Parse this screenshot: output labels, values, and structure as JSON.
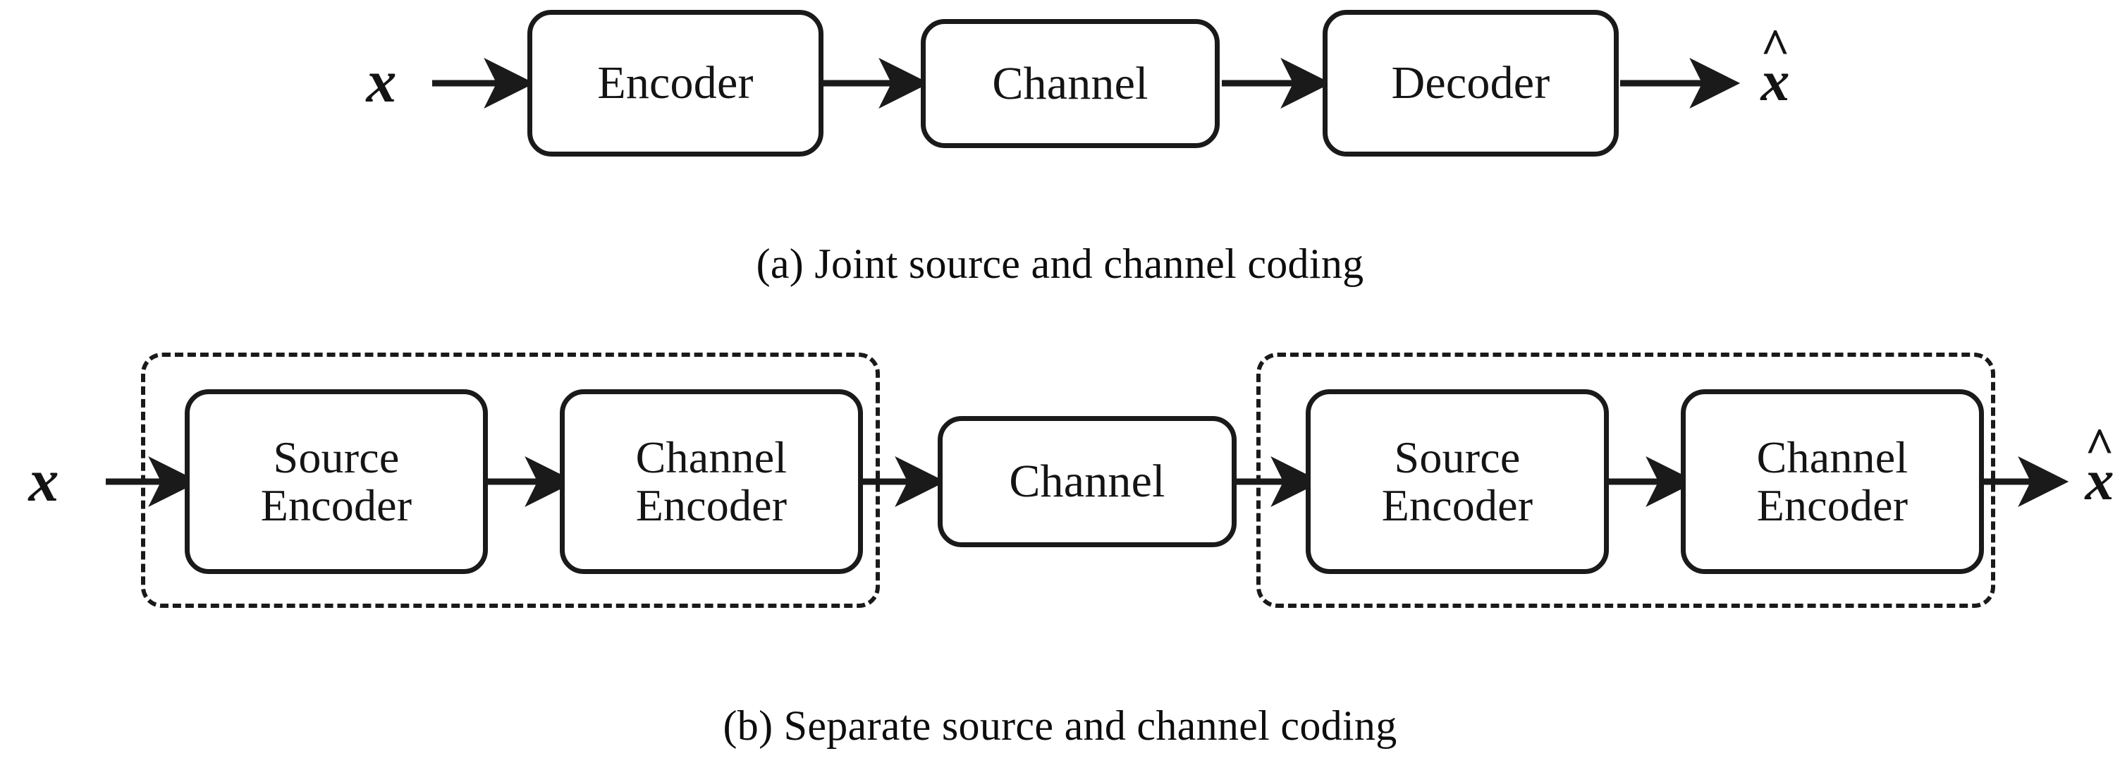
{
  "figure": {
    "background": "#ffffff",
    "stroke_color": "#1a1a1a",
    "text_color": "#141414"
  },
  "panels": [
    {
      "id": "panel-a",
      "caption": "(a)  Joint source and channel coding",
      "input_label": "x",
      "output_label": "x",
      "output_has_hat": true,
      "nodes": [
        {
          "id": "encoder",
          "label": "Encoder"
        },
        {
          "id": "channel",
          "label": "Channel"
        },
        {
          "id": "decoder",
          "label": "Decoder"
        }
      ]
    },
    {
      "id": "panel-b",
      "caption": "(b)  Separate source and channel coding",
      "input_label": "x",
      "output_label": "x",
      "output_has_hat": true,
      "groups": [
        {
          "id": "transmitter-group",
          "nodes": [
            {
              "id": "source-encoder-left",
              "line1": "Source",
              "line2": "Encoder"
            },
            {
              "id": "channel-encoder-left",
              "line1": "Channel",
              "line2": "Encoder"
            }
          ]
        },
        {
          "id": "receiver-group",
          "nodes": [
            {
              "id": "source-encoder-right",
              "line1": "Source",
              "line2": "Encoder"
            },
            {
              "id": "channel-encoder-right",
              "line1": "Channel",
              "line2": "Encoder"
            }
          ]
        }
      ],
      "nodes": [
        {
          "id": "channel-middle",
          "label": "Channel"
        }
      ]
    }
  ]
}
